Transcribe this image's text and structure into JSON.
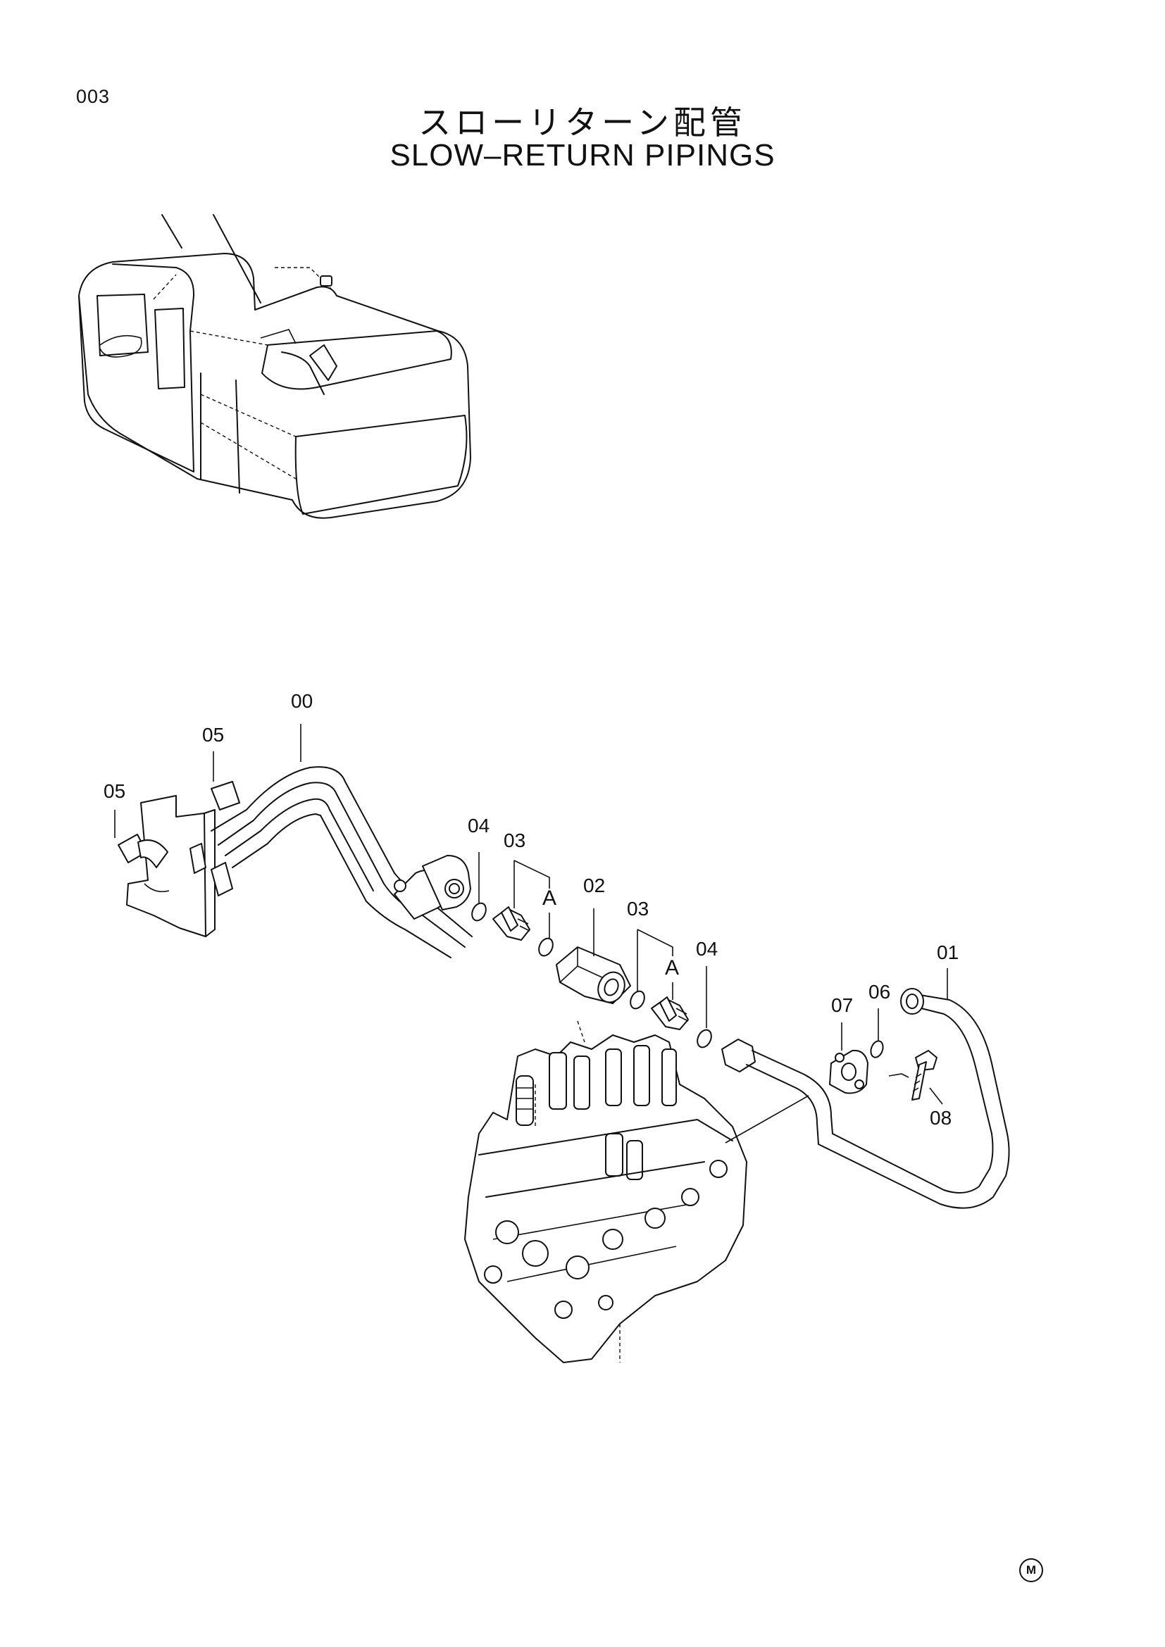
{
  "page_number": "003",
  "title_ja": "スローリターン配管",
  "title_en": "SLOW–RETURN PIPINGS",
  "callouts": {
    "c00": "00",
    "c05a": "05",
    "c05b": "05",
    "c04a": "04",
    "c03a": "03",
    "cAa": "A",
    "c02": "02",
    "c03b": "03",
    "cAb": "A",
    "c04b": "04",
    "c07": "07",
    "c06": "06",
    "c01": "01",
    "c08": "08"
  },
  "footer_mark": "M"
}
